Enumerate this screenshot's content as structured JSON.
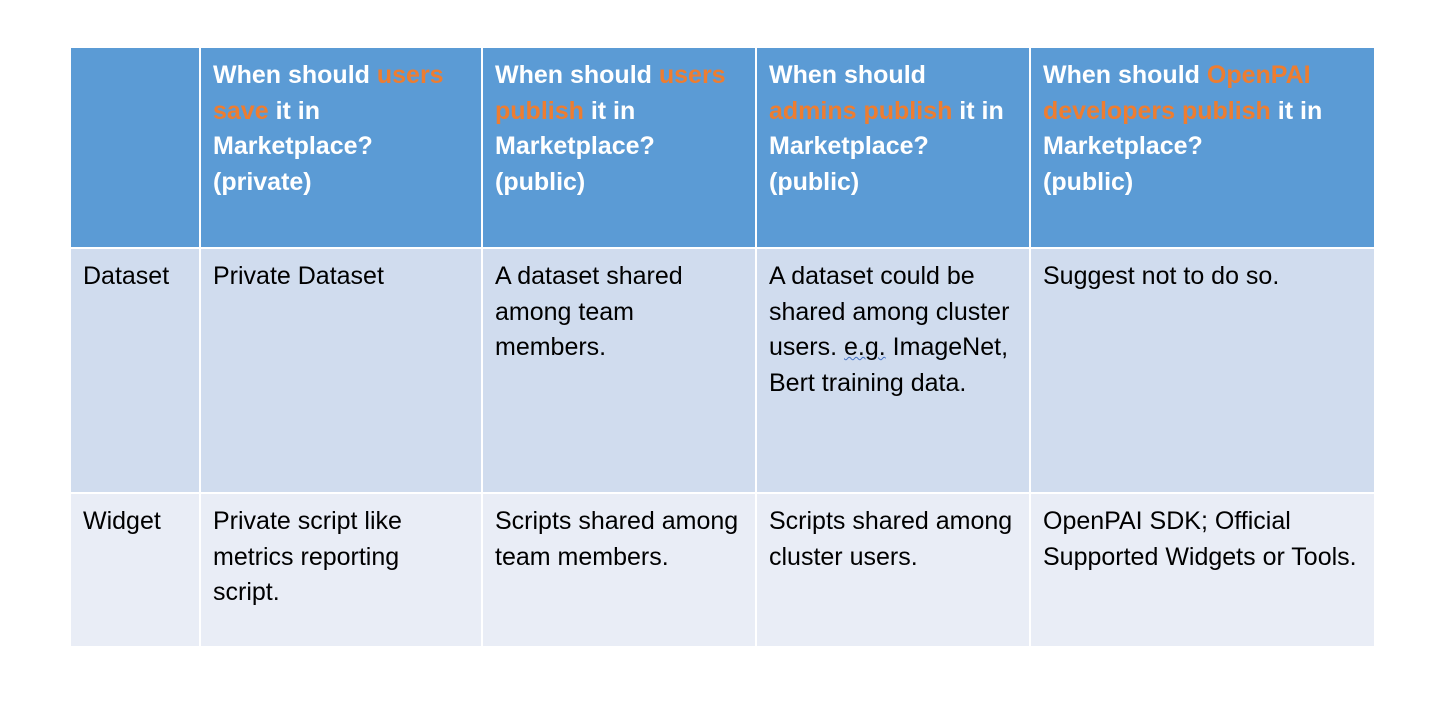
{
  "headers": [
    {
      "parts": []
    },
    {
      "parts": [
        {
          "text": "When should ",
          "hl": false
        },
        {
          "text": "users save",
          "hl": true
        },
        {
          "text": " it in Marketplace?",
          "hl": false
        },
        {
          "br": true
        },
        {
          "text": "(private)",
          "hl": false
        }
      ]
    },
    {
      "parts": [
        {
          "text": "When should ",
          "hl": false
        },
        {
          "text": "users publish",
          "hl": true
        },
        {
          "text": " it in Marketplace?",
          "hl": false
        },
        {
          "br": true
        },
        {
          "text": "(public)",
          "hl": false
        }
      ]
    },
    {
      "parts": [
        {
          "text": "When should ",
          "hl": false
        },
        {
          "text": "admins publish",
          "hl": true
        },
        {
          "text": " it in Marketplace?",
          "hl": false
        },
        {
          "br": true
        },
        {
          "text": "(public)",
          "hl": false
        }
      ]
    },
    {
      "parts": [
        {
          "text": "When should ",
          "hl": false
        },
        {
          "text": "OpenPAI developers publish",
          "hl": true
        },
        {
          "text": " it in Marketplace?",
          "hl": false
        },
        {
          "br": true
        },
        {
          "text": "(public)",
          "hl": false
        }
      ]
    }
  ],
  "rows": [
    {
      "label": "Dataset",
      "cells": [
        {
          "parts": [
            {
              "text": "Private Dataset"
            }
          ]
        },
        {
          "parts": [
            {
              "text": "A dataset shared among team members."
            }
          ]
        },
        {
          "parts": [
            {
              "text": "A dataset could be shared among cluster users. "
            },
            {
              "text": "e.g.",
              "squiggle": true
            },
            {
              "text": " ImageNet, Bert training data."
            }
          ]
        },
        {
          "parts": [
            {
              "text": "Suggest not to do so."
            }
          ]
        }
      ]
    },
    {
      "label": "Widget",
      "cells": [
        {
          "parts": [
            {
              "text": "Private script like metrics reporting script."
            }
          ]
        },
        {
          "parts": [
            {
              "text": "Scripts shared among team members."
            }
          ]
        },
        {
          "parts": [
            {
              "text": "Scripts shared among cluster users."
            }
          ]
        },
        {
          "parts": [
            {
              "text": "OpenPAI SDK; Official Supported Widgets or Tools."
            }
          ]
        }
      ]
    }
  ],
  "colors": {
    "header_bg": "#5b9bd5",
    "highlight": "#ed7d31",
    "row_dataset_bg": "#d0dcee",
    "row_widget_bg": "#e9edf6"
  }
}
